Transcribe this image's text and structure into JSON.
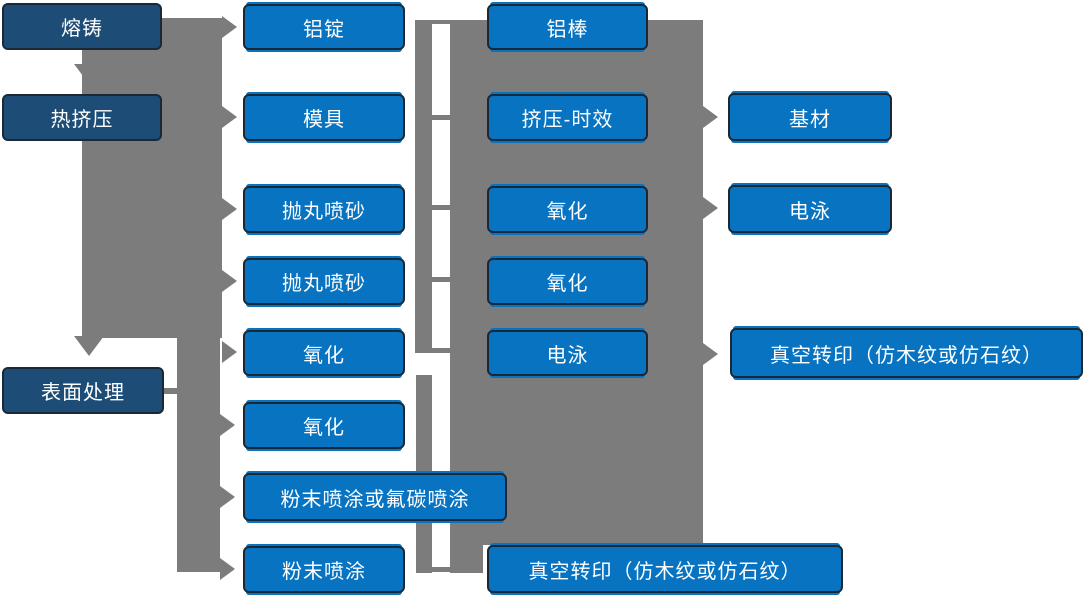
{
  "diagram": {
    "background": "#ffffff",
    "colors": {
      "connector_gray": "#7c7c7c",
      "process_blue": "#0773c1",
      "stage_navy": "#1d4d77",
      "box_border": "#1b2936",
      "text": "#ffffff"
    },
    "nodes": [
      {
        "id": "melting-casting",
        "label": "熔铸",
        "variant": "dark"
      },
      {
        "id": "hot-extrusion",
        "label": "热挤压",
        "variant": "dark"
      },
      {
        "id": "surface-treatment",
        "label": "表面处理",
        "variant": "dark"
      },
      {
        "id": "aluminum-ingot",
        "label": "铝锭",
        "variant": "blue"
      },
      {
        "id": "mold",
        "label": "模具",
        "variant": "blue"
      },
      {
        "id": "shot-blasting-1",
        "label": "抛丸喷砂",
        "variant": "blue"
      },
      {
        "id": "shot-blasting-2",
        "label": "抛丸喷砂",
        "variant": "blue"
      },
      {
        "id": "oxidation-1",
        "label": "氧化",
        "variant": "blue"
      },
      {
        "id": "oxidation-2",
        "label": "氧化",
        "variant": "blue"
      },
      {
        "id": "powder-or-fluorocarbon",
        "label": "粉末喷涂或氟碳喷涂",
        "variant": "blue"
      },
      {
        "id": "powder-coating",
        "label": "粉末喷涂",
        "variant": "blue"
      },
      {
        "id": "aluminum-rod",
        "label": "铝棒",
        "variant": "blue"
      },
      {
        "id": "extrusion-aging",
        "label": "挤压-时效",
        "variant": "blue"
      },
      {
        "id": "oxidation-3",
        "label": "氧化",
        "variant": "blue"
      },
      {
        "id": "oxidation-4",
        "label": "氧化",
        "variant": "blue"
      },
      {
        "id": "electrophoresis-1",
        "label": "电泳",
        "variant": "blue"
      },
      {
        "id": "vacuum-transfer-bottom",
        "label": "真空转印（仿木纹或仿石纹）",
        "variant": "blue"
      },
      {
        "id": "base-material",
        "label": "基材",
        "variant": "blue"
      },
      {
        "id": "electrophoresis-2",
        "label": "电泳",
        "variant": "blue"
      },
      {
        "id": "vacuum-transfer-right",
        "label": "真空转印（仿木纹或仿石纹）",
        "variant": "blue"
      }
    ],
    "edges": [
      "熔铸 → 热挤压",
      "熔铸/热挤压总线 → 铝锭",
      "熔铸/热挤压总线 → 模具",
      "熔铸/热挤压总线 → 抛丸喷砂(1)",
      "熔铸/热挤压总线 → 抛丸喷砂(2)",
      "熔铸/热挤压总线 → 氧化(1)",
      "熔铸/热挤压总线 → 表面处理",
      "表面处理 → 氧化(2)",
      "表面处理 → 粉末喷涂或氟碳喷涂",
      "表面处理 → 粉末喷涂",
      "中列总线 ↔ 右列板块（铝棒/挤压-时效/氧化/氧化/电泳）",
      "右列板块 → 基材",
      "右列板块 → 电泳",
      "右列板块 → 真空转印（仿木纹或仿石纹）右",
      "下部总线 → 真空转印（仿木纹或仿石纹）底"
    ]
  }
}
